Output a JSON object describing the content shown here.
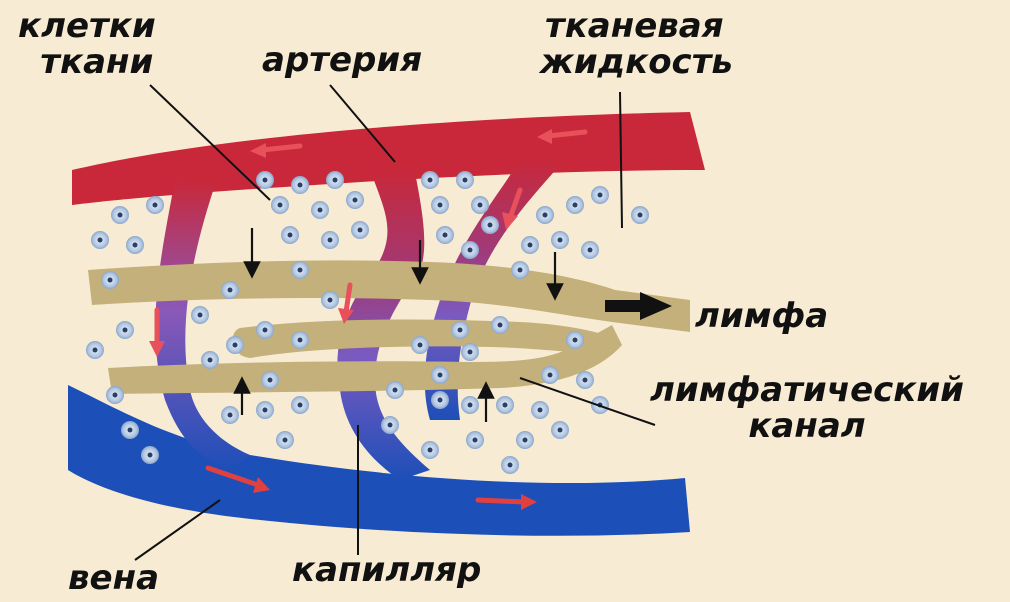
{
  "labels": {
    "tissue_cells": [
      "клетки",
      "ткани"
    ],
    "artery": "артерия",
    "tissue_fluid": [
      "тканевая",
      "жидкость"
    ],
    "lymph": "лимфа",
    "lymph_channel": [
      "лимфатический",
      "канал"
    ],
    "vein": "вена",
    "capillary": "капилляр"
  },
  "colors": {
    "background": "#f7ecd3",
    "artery": "#c8283a",
    "vein": "#1d4fb8",
    "capillary_mix": "#8a58b8",
    "lymph_channel": "#c4b07a",
    "cell": "#a9c0dc",
    "nucleus": "#2a3f66",
    "arrow_artery": "#e8505a",
    "arrow_vein": "#e04040",
    "text": "#111111"
  }
}
